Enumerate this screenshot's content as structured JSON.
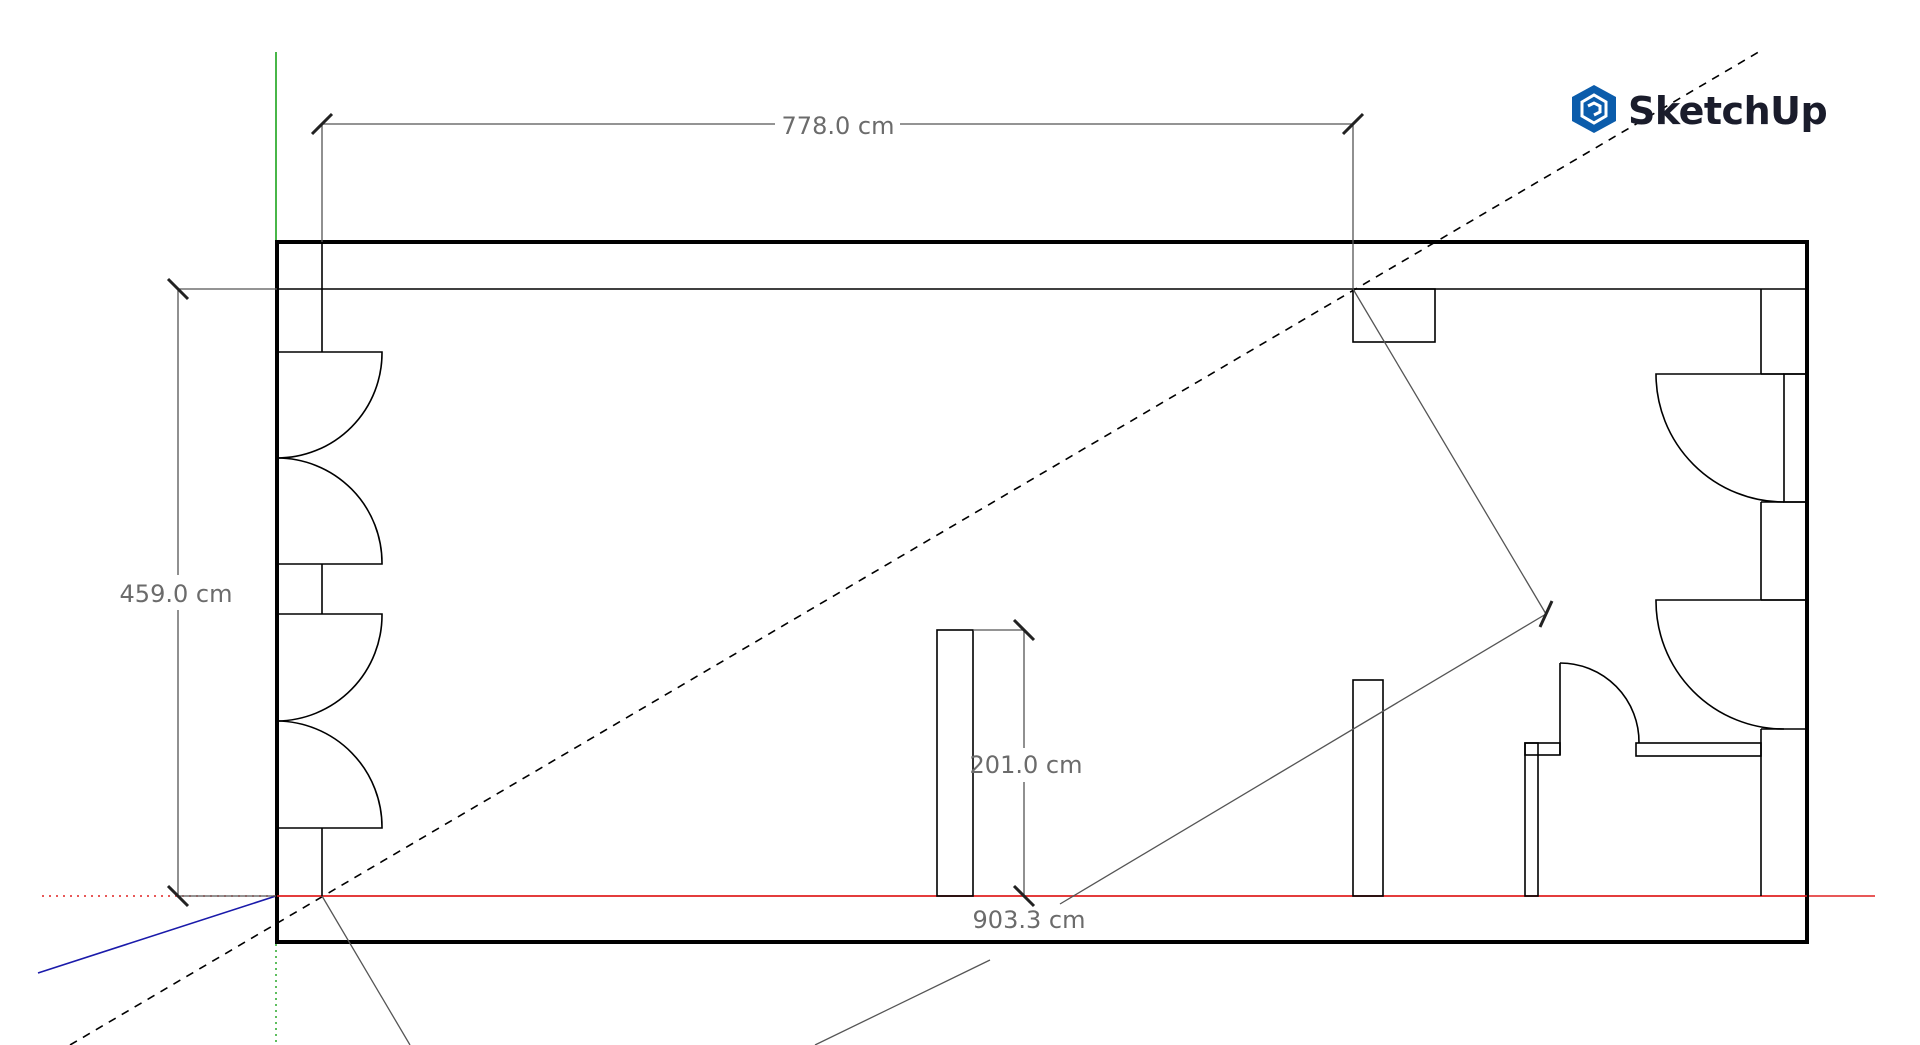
{
  "app": {
    "name": "SketchUp",
    "logo_icon": "sketchup-logo-icon"
  },
  "dimensions": {
    "top_width": "778.0 cm",
    "left_height": "459.0 cm",
    "partition_height": "201.0 cm",
    "diagonal": "903.3 cm"
  },
  "axes": {
    "red_axis": "#e02020",
    "green_axis": "#1aa31a",
    "blue_axis": "#1a1aaa"
  },
  "colors": {
    "wall": "#000000",
    "dimension_line": "#555555",
    "dimension_text": "#6b6b6b",
    "logo_mark": "#0b5cab"
  }
}
